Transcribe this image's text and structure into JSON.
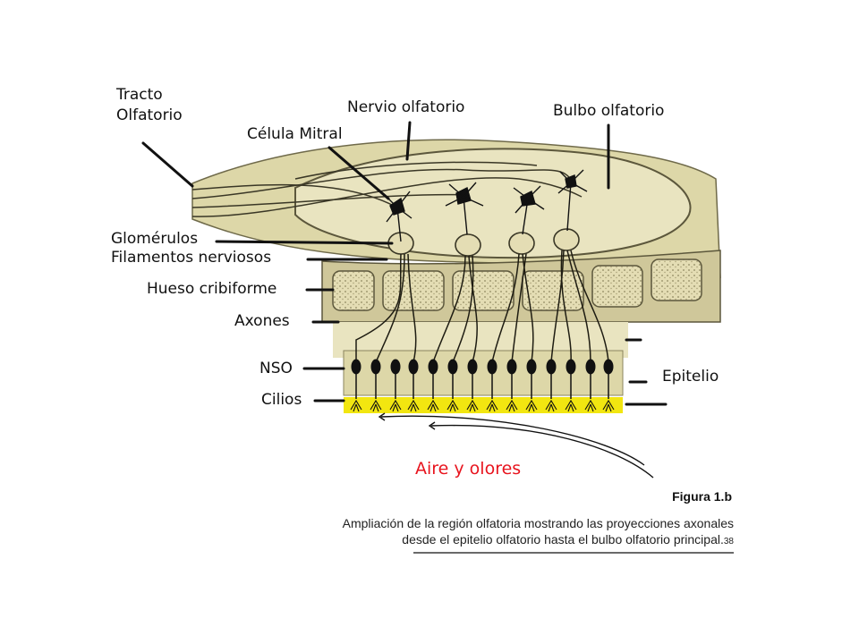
{
  "labels": {
    "tracto": [
      "Tracto",
      "Olfatorio"
    ],
    "nervio": "Nervio olfatorio",
    "bulbo": "Bulbo olfatorio",
    "celula": "Célula Mitral",
    "glomerulos": "Glomérulos",
    "filamentos": "Filamentos nerviosos",
    "hueso": "Hueso cribiforme",
    "axones": "Axones",
    "nso": "NSO",
    "cilios": "Cilios",
    "epitelio": "Epitelio",
    "aire": "Aire y olores"
  },
  "caption": {
    "title": "Figura 1.b",
    "line1": "Ampliación de la región olfatoria mostrando las proyecciones axonales",
    "line2": "desde el epitelio olfatorio hasta el bulbo olfatorio principal.",
    "ref": "38"
  },
  "colors": {
    "tissue": "#ddd7a8",
    "bulb": "#e5e0b8",
    "bone": "#cfc79a",
    "cilia_band": "#f2e610",
    "red_text": "#e8141e"
  }
}
